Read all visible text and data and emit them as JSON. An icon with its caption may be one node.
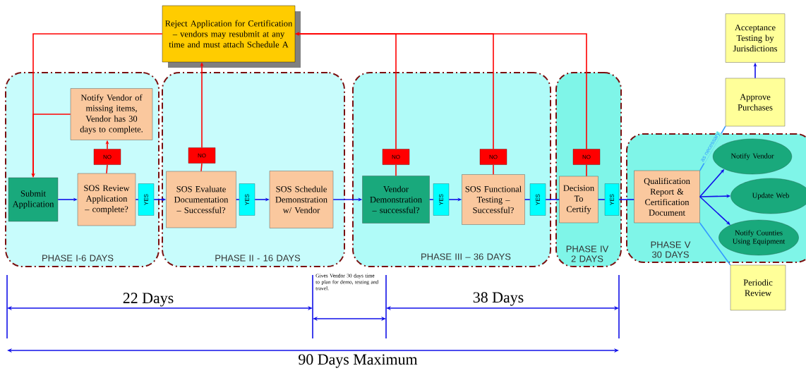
{
  "diagram": {
    "nodes": [
      {
        "text": [
          "Reject Application for Certification – vendors may resubmit at any time and must attach Schedule A"
        ]
      },
      {
        "text": [
          "PHASE I-6 DAYS"
        ]
      },
      {
        "text": [
          "Submit Application"
        ],
        "in": 1
      },
      {
        "text": [
          "Notify Vendor of missing items, Vendor has 30 days to complete."
        ],
        "in": 1
      },
      {
        "text": [
          "NO"
        ],
        "in": 1
      },
      {
        "text": [
          "SOS Review Application – complete?"
        ],
        "in": 1
      },
      {
        "text": [
          "YES"
        ],
        "in": 1
      },
      {
        "text": [
          "PHASE II - 16 DAYS"
        ]
      },
      {
        "text": [
          "NO"
        ],
        "in": 7
      },
      {
        "text": [
          "SOS Evaluate Documentation – Successful?"
        ],
        "in": 7
      },
      {
        "text": [
          "YES"
        ],
        "in": 7
      },
      {
        "text": [
          "SOS Schedule Demonstration w/ Vendor"
        ],
        "in": 7
      },
      {
        "text": [
          "PHASE III – 36 DAYS"
        ]
      },
      {
        "text": [
          "NO"
        ],
        "in": 12
      },
      {
        "text": [
          "Vendor Demonstration – successful?"
        ],
        "in": 12
      },
      {
        "text": [
          "YES"
        ],
        "in": 12
      },
      {
        "text": [
          "NO"
        ],
        "in": 12
      },
      {
        "text": [
          "SOS Functional Testing – Successful?"
        ],
        "in": 12
      },
      {
        "text": [
          "YES"
        ],
        "in": 12
      },
      {
        "text": [
          "PHASE IV 2 DAYS"
        ]
      },
      {
        "text": [
          "NO"
        ],
        "in": 19
      },
      {
        "text": [
          "Decision To Certify"
        ],
        "in": 19
      },
      {
        "text": [
          "YES"
        ],
        "in": 19
      },
      {
        "text": [
          "PHASE V 30 DAYS"
        ]
      },
      {
        "text": [
          "Qualification Report & Certification Document"
        ],
        "in": 23
      },
      {
        "text": [
          "Notify Vendor"
        ],
        "in": 23
      },
      {
        "text": [
          "Update Web"
        ],
        "in": 23
      },
      {
        "text": [
          "Notify Counties Using Equipment"
        ],
        "in": 23
      },
      {
        "text": [
          "Approve Purchases"
        ]
      },
      {
        "text": [
          "Acceptance Testing by Jurisdictions"
        ]
      },
      {
        "text": [
          "Periodic Review"
        ]
      }
    ],
    "edges": [
      {
        "from": 2,
        "to": 5,
        "arrow": "to"
      },
      {
        "from": 5,
        "to": 6,
        "arrow": "none"
      },
      {
        "from": 6,
        "to": 9,
        "arrow": "to"
      },
      {
        "from": 9,
        "to": 10,
        "arrow": "none"
      },
      {
        "from": 10,
        "to": 11,
        "arrow": "to"
      },
      {
        "from": 11,
        "to": 14,
        "arrow": "to"
      },
      {
        "from": 14,
        "to": 15,
        "arrow": "none"
      },
      {
        "from": 15,
        "to": 17,
        "arrow": "to"
      },
      {
        "from": 17,
        "to": 18,
        "arrow": "none"
      },
      {
        "from": 18,
        "to": 21,
        "arrow": "none"
      },
      {
        "from": 21,
        "to": 22,
        "arrow": "none"
      },
      {
        "from": 22,
        "to": 24,
        "arrow": "none"
      },
      {
        "from": 24,
        "to": 25,
        "arrow": "to"
      },
      {
        "from": 24,
        "to": 26,
        "arrow": "to"
      },
      {
        "from": 24,
        "to": 27,
        "arrow": "to"
      },
      {
        "from": 24,
        "to": 28,
        "arrow": "none",
        "label": "as necessary",
        "color": "#3399ff"
      },
      {
        "from": 24,
        "to": 30,
        "arrow": "none",
        "color": "#3399ff"
      },
      {
        "from": 28,
        "to": 29,
        "arrow": "to"
      },
      {
        "from": 5,
        "to": 4,
        "arrow": "none",
        "color": "#ff0000"
      },
      {
        "from": 4,
        "to": 3,
        "arrow": "to",
        "color": "#ff0000"
      },
      {
        "from": 3,
        "to": 2,
        "arrow": "to",
        "color": "#ff0000"
      },
      {
        "from": 0,
        "to": 2,
        "arrow": "to",
        "color": "#ff0000"
      },
      {
        "from": 9,
        "to": 8,
        "arrow": "none",
        "color": "#ff0000"
      },
      {
        "from": 8,
        "to": 0,
        "arrow": "to",
        "color": "#ff0000"
      },
      {
        "from": 14,
        "to": 13,
        "arrow": "none",
        "color": "#ff0000"
      },
      {
        "from": 13,
        "to": 0,
        "arrow": "to",
        "color": "#ff0000"
      },
      {
        "from": 17,
        "to": 16,
        "arrow": "none",
        "color": "#ff0000"
      },
      {
        "from": 16,
        "to": 0,
        "arrow": "to",
        "color": "#ff0000"
      },
      {
        "from": 21,
        "to": 20,
        "arrow": "none",
        "color": "#ff0000"
      },
      {
        "from": 20,
        "to": 0,
        "arrow": "to",
        "color": "#ff0000"
      }
    ],
    "labels": [
      "22 Days",
      "Gives Vendor 30 days time to plan for demo, testing and travel.",
      "38 Days",
      "90 Days Maximum"
    ]
  }
}
